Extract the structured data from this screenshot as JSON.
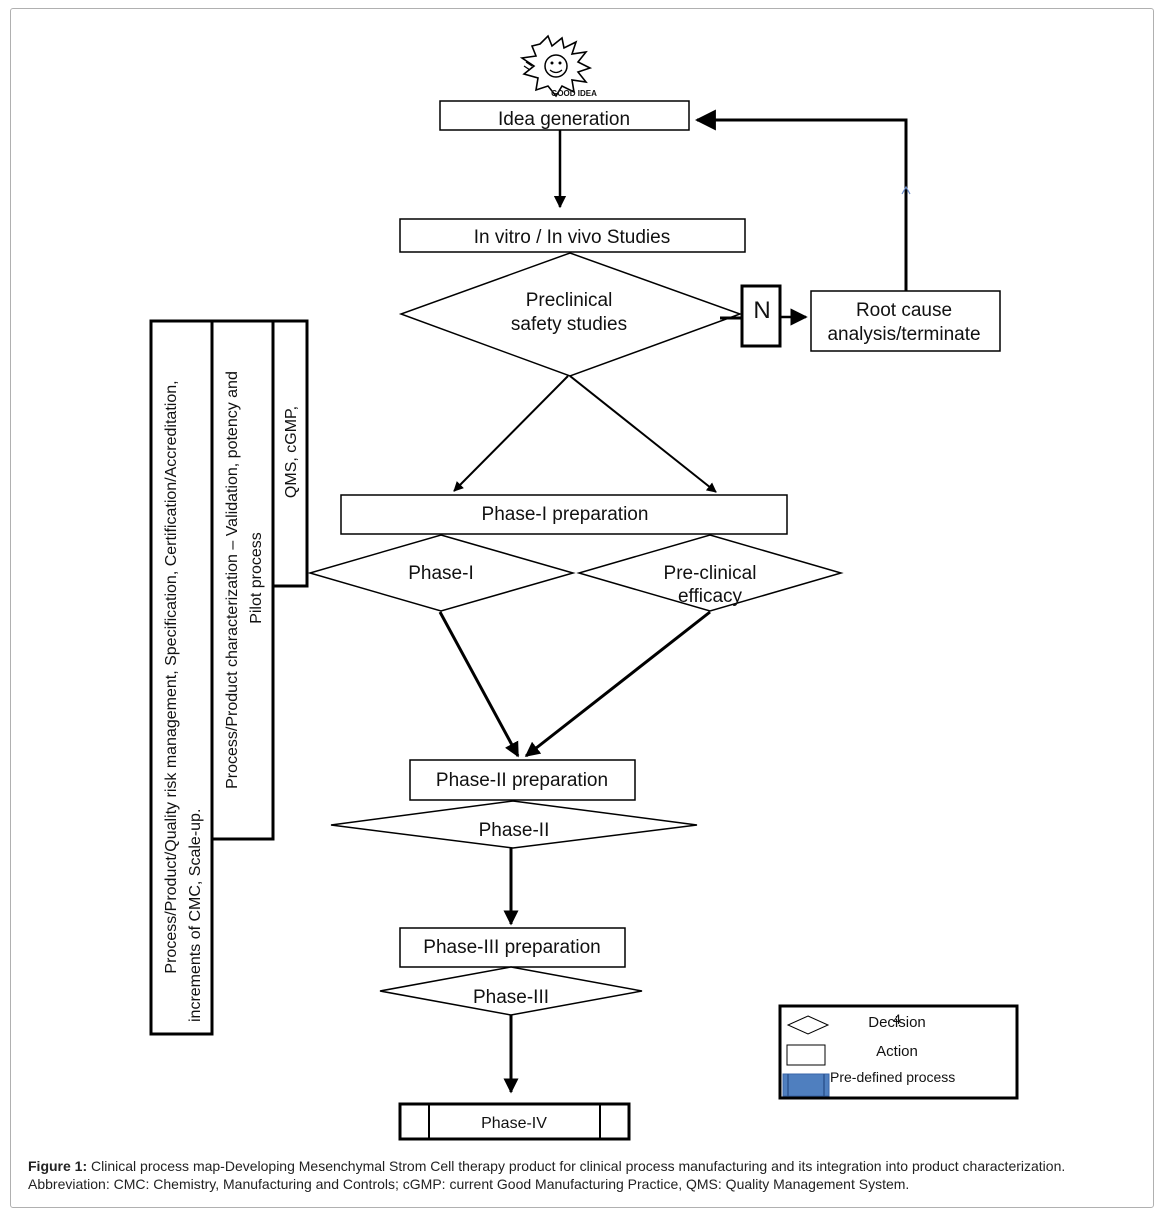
{
  "nodes": {
    "idea_logo_text": "GOOD IDEA",
    "idea_generation": "Idea generation",
    "in_vitro": "In vitro / In vivo  Studies",
    "preclinical_l1": "Preclinical",
    "preclinical_l2": "safety studies",
    "n_label": "N",
    "root_cause_l1": "Root cause",
    "root_cause_l2": "analysis/terminate",
    "phase1_prep": "Phase-I preparation",
    "phase1": "Phase-I",
    "preclinical_eff_l1": "Pre-clinical",
    "preclinical_eff_l2": "efficacy",
    "phase2_prep": "Phase-II  preparation",
    "phase2": "Phase-II",
    "phase3_prep": "Phase-III  preparation",
    "phase3": "Phase-III",
    "phase4": "Phase-IV"
  },
  "side_bars": {
    "bar1_l1": "Process/Product/Quality risk management,  Specification, Certification/Accreditation,",
    "bar1_l2": "increments  of CMC, Scale-up.",
    "bar2_l1": "Process/Product characterization – Validation, potency  and",
    "bar2_l2": "Pilot process",
    "bar3_l1": "QMS,  cGMP,"
  },
  "legend": {
    "decision": "Decision",
    "action": "Action",
    "predefined": "Pre-defined process",
    "stray_mark": "4"
  },
  "caption": {
    "label": "Figure 1:",
    "text": " Clinical process map-Developing Mesenchymal Strom Cell therapy product for clinical process manufacturing and its integration into product characterization. Abbreviation: CMC: Chemistry, Manufacturing and Controls; cGMP: current Good Manufacturing Practice, QMS: Quality Management System."
  },
  "colors": {
    "line": "#000000",
    "predefined_fill": "#4f7fbf",
    "feedback_marker": "#6a8cc8"
  }
}
